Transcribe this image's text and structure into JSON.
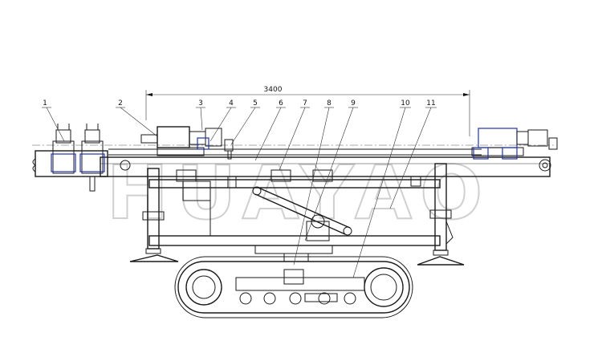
{
  "drawing": {
    "dimension_label": "3400",
    "callouts": [
      {
        "id": "1",
        "label": "1"
      },
      {
        "id": "2",
        "label": "2"
      },
      {
        "id": "3",
        "label": "3"
      },
      {
        "id": "4",
        "label": "4"
      },
      {
        "id": "5",
        "label": "5"
      },
      {
        "id": "6",
        "label": "6"
      },
      {
        "id": "7",
        "label": "7"
      },
      {
        "id": "8",
        "label": "8"
      },
      {
        "id": "9",
        "label": "9"
      },
      {
        "id": "10",
        "label": "10"
      },
      {
        "id": "11",
        "label": "11"
      }
    ],
    "watermark": "HUAYAO"
  },
  "colors": {
    "line": "#1a1a1a",
    "highlight": "#2233aa",
    "watermark": "#d0d0d0"
  }
}
